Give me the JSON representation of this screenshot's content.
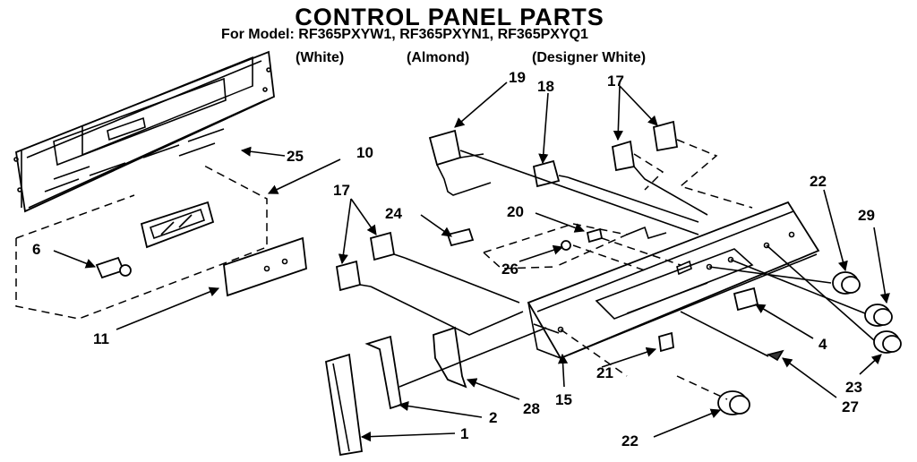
{
  "title": "CONTROL PANEL PARTS",
  "model_line": "For Model: RF365PXYW1, RF365PXYN1, RF365PXYQ1",
  "variants": [
    "(White)",
    "(Almond)",
    "(Designer White)"
  ],
  "callouts": {
    "c25": "25",
    "c10": "10",
    "c6": "6",
    "c11": "11",
    "c17a": "17",
    "c24": "24",
    "c19": "19",
    "c18": "18",
    "c17b": "17",
    "c20": "20",
    "c26": "26",
    "c22a": "22",
    "c29": "29",
    "c4": "4",
    "c21": "21",
    "c23": "23",
    "c27": "27",
    "c15": "15",
    "c28": "28",
    "c2": "2",
    "c1": "1",
    "c22b": "22"
  }
}
